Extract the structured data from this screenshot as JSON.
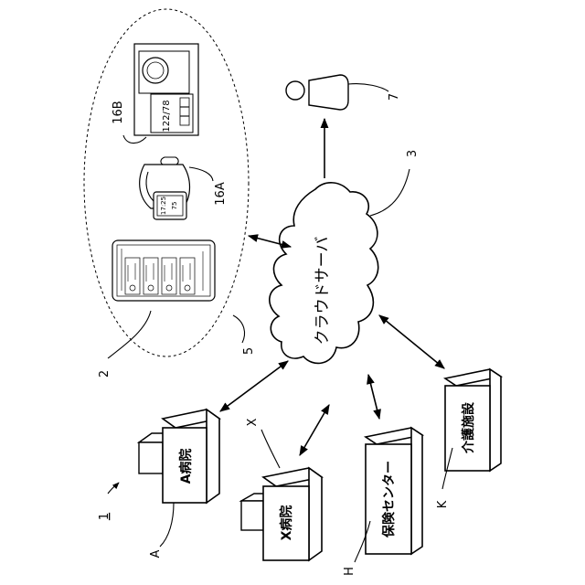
{
  "figure": {
    "system_ref": "1",
    "cloud": {
      "ref": "3",
      "label": "クラウドサーバ"
    },
    "user": {
      "ref": "7"
    },
    "user_devices": {
      "ref": "5",
      "group_ref": "2"
    },
    "blood_pressure_monitor": {
      "ref": "16B",
      "display": "122/78"
    },
    "smartwatch": {
      "ref": "16A",
      "display_time": "17:25",
      "display_value": "75"
    },
    "facilities": [
      {
        "ref": "A",
        "label": "A病院"
      },
      {
        "ref": "X",
        "label": "X病院"
      },
      {
        "ref": "H",
        "label": "保険センター"
      },
      {
        "ref": "K",
        "label": "介護施設"
      }
    ]
  }
}
